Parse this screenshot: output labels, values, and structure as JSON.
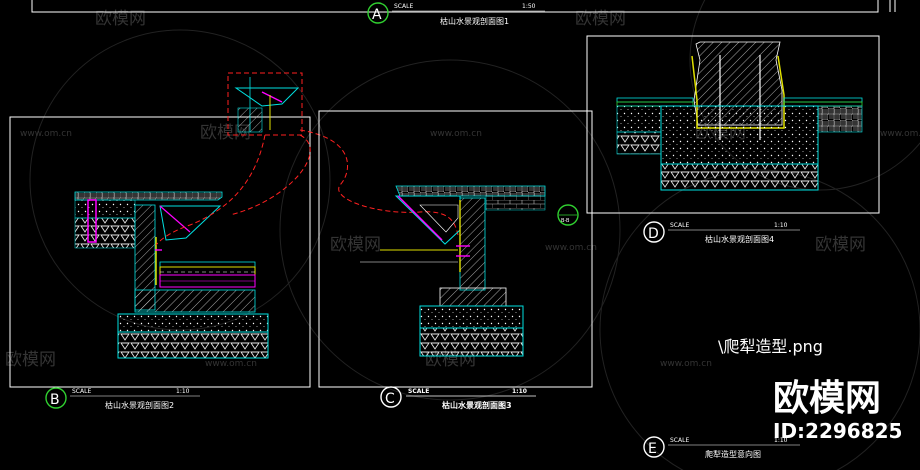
{
  "colors": {
    "background": "#000000",
    "frame": "#ffffff",
    "cyan": "#00e0e0",
    "magenta": "#ff00ff",
    "red": "#ff2020",
    "yellow": "#e0e000",
    "green": "#30d030",
    "watermark": "#3a3a3a"
  },
  "sections": {
    "a": {
      "letter": "A",
      "title": "枯山水景观剖面图1",
      "scale_label": "SCALE",
      "scale_value": "1:50"
    },
    "b": {
      "letter": "B",
      "title": "枯山水景观剖面图2",
      "scale_label": "SCALE",
      "scale_value": "1:10"
    },
    "c": {
      "letter": "C",
      "title": "枯山水景观剖面图3",
      "scale_label": "SCALE",
      "scale_value": "1:10"
    },
    "d": {
      "letter": "D",
      "title": "枯山水景观剖面图4",
      "scale_label": "SCALE",
      "scale_value": "1:10"
    },
    "e": {
      "letter": "E",
      "title": "爬犁造型意向图",
      "scale_label": "SCALE",
      "scale_value": "1:10"
    }
  },
  "image_placeholder": "\\爬犁造型.png",
  "marker_small": "B-B",
  "watermark": {
    "brand": "欧模网",
    "url": "www.om.cn",
    "big_brand": "欧模网",
    "id": "ID:2296825"
  }
}
